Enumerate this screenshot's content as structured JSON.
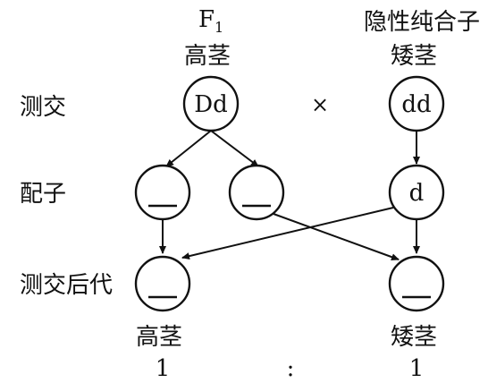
{
  "parents": {
    "left": {
      "generation": "F",
      "generation_sub": "1",
      "phenotype": "高茎",
      "genotype": "Dd"
    },
    "right": {
      "descriptor": "隐性纯合子",
      "phenotype": "矮茎",
      "genotype": "dd"
    },
    "cross_symbol": "×"
  },
  "row_labels": {
    "testcross": "测交",
    "gametes": "配子",
    "offspring": "测交后代"
  },
  "gametes": {
    "right": "d"
  },
  "offspring": {
    "left_phenotype": "高茎",
    "right_phenotype": "矮茎"
  },
  "ratio": {
    "left": "1",
    "separator": ":",
    "right": "1"
  }
}
